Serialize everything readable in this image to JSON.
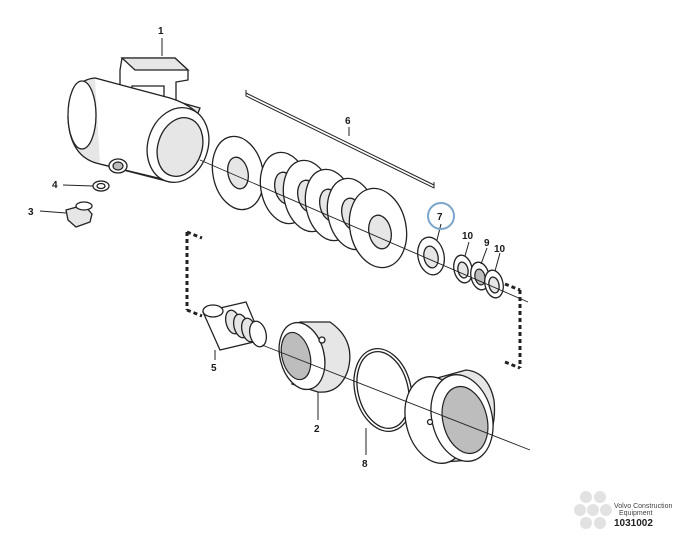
{
  "callouts": {
    "c1": "1",
    "c2": "2",
    "c3": "3",
    "c4": "4",
    "c5": "5",
    "c6": "6",
    "c7": "7",
    "c8": "8",
    "c9": "9",
    "c10a": "10",
    "c10b": "10"
  },
  "highlight": {
    "callout": "7",
    "color": "#7aa6cc"
  },
  "watermark": {
    "brand_line1": "Volvo Construction",
    "brand_line2": "Equipment",
    "code": "1031002"
  }
}
